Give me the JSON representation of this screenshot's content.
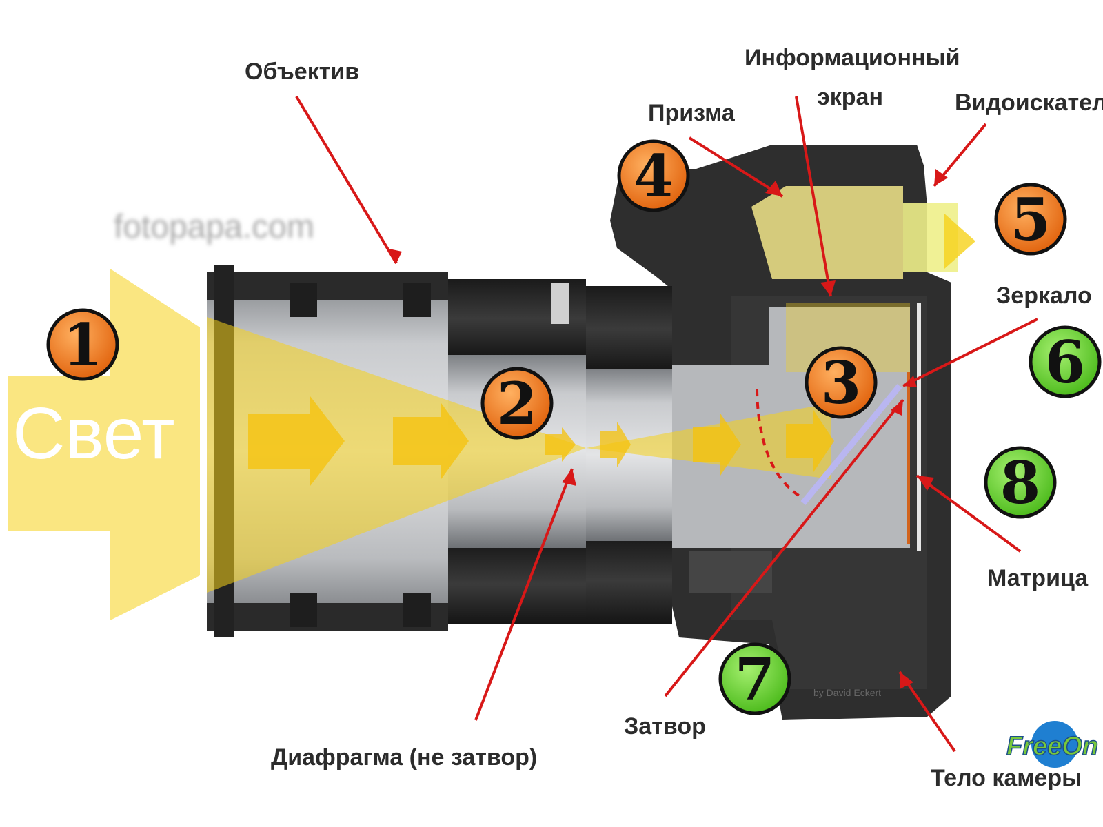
{
  "watermark": "fotopapa.com",
  "light_label": "Свет",
  "labels": {
    "lens": "Объектив",
    "prism": "Призма",
    "info_screen_line1": "Информационный",
    "info_screen_line2": "экран",
    "viewfinder": "Видоискатель",
    "mirror": "Зеркало",
    "sensor": "Матрица",
    "shutter": "Затвор",
    "aperture": "Диафрагма (не затвор)",
    "body": "Тело камеры",
    "author": "by David Eckert"
  },
  "logo": "FreeOn",
  "markers": [
    {
      "number": "1",
      "color": "#f07a1e"
    },
    {
      "number": "2",
      "color": "#f07a1e"
    },
    {
      "number": "3",
      "color": "#f07a1e"
    },
    {
      "number": "4",
      "color": "#f07a1e"
    },
    {
      "number": "5",
      "color": "#f07a1e"
    },
    {
      "number": "6",
      "color": "#6fd130"
    },
    {
      "number": "7",
      "color": "#6fd130"
    },
    {
      "number": "8",
      "color": "#6fd130"
    }
  ],
  "colors": {
    "light": "#f6d21a",
    "arrow": "#d81818",
    "body": "#2b2b2b",
    "lens_barrel": "#a9abae"
  }
}
